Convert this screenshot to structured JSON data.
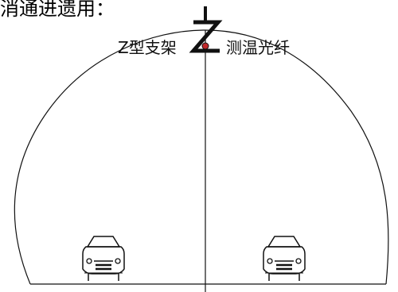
{
  "top_text": "消通进遗用：",
  "labels": {
    "bracket": "Z型支架",
    "fiber": "测温光纤"
  },
  "colors": {
    "line": "#111111",
    "fiber_dot": "#c0282a",
    "background": "#ffffff"
  },
  "icons": {
    "left_vehicle": "car-front-icon",
    "right_vehicle": "car-front-icon",
    "bracket": "z-bracket-icon"
  }
}
